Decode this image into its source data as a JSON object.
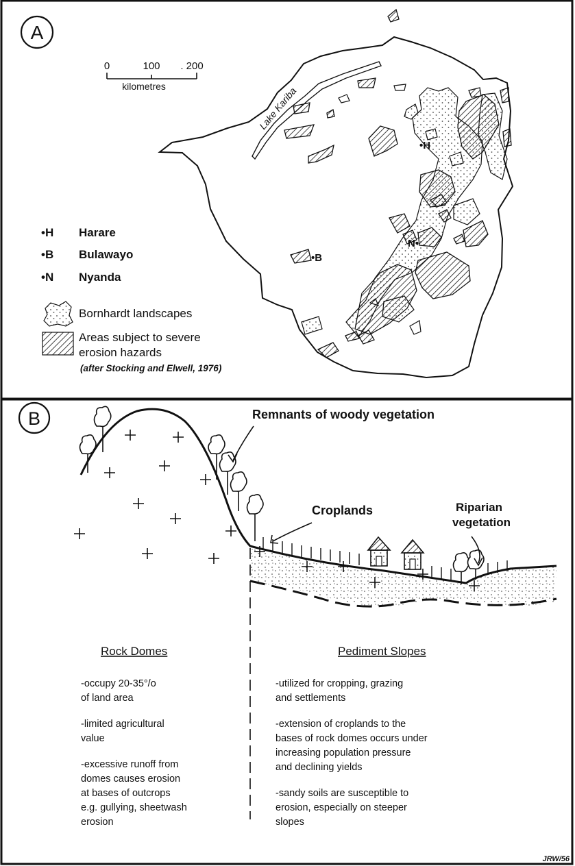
{
  "panel_a": {
    "badge": "A",
    "scale": {
      "ticks": [
        "0",
        "100",
        ". 200"
      ],
      "unit": "kilometres"
    },
    "lake_label": "Lake Kariba",
    "map_places": {
      "harare": "•H",
      "bulawayo": "•B",
      "nyanda": "N•"
    },
    "legend": {
      "cities": [
        {
          "code": "•H",
          "name": "Harare"
        },
        {
          "code": "•B",
          "name": "Bulawayo"
        },
        {
          "code": "•N",
          "name": "Nyanda"
        }
      ],
      "bornhardt": "Bornhardt landscapes",
      "erosion_line1": "Areas subject to severe",
      "erosion_line2": "erosion hazards",
      "credit": "(after Stocking and Elwell, 1976)"
    }
  },
  "panel_b": {
    "badge": "B",
    "labels": {
      "remnants": "Remnants of woody vegetation",
      "croplands": "Croplands",
      "riparian_line1": "Riparian",
      "riparian_line2": "vegetation"
    },
    "rock_domes": {
      "heading": "Rock Domes",
      "notes": [
        [
          "-occupy 20-35°/o",
          " of land area"
        ],
        [
          "-limited agricultural",
          " value"
        ],
        [
          "-excessive runoff from",
          " domes causes erosion",
          " at bases of outcrops",
          " e.g. gullying, sheetwash",
          " erosion"
        ]
      ]
    },
    "pediment_slopes": {
      "heading": "Pediment Slopes",
      "notes": [
        [
          "-utilized for cropping, grazing",
          " and settlements"
        ],
        [
          "-extension of croplands to the",
          " bases of rock domes occurs under",
          " increasing population pressure",
          " and declining yields"
        ],
        [
          "-sandy soils are susceptible to",
          " erosion, especially on steeper",
          " slopes"
        ]
      ]
    },
    "artist_mark": "JRW/56"
  },
  "colors": {
    "ink": "#111111",
    "paper": "#ffffff",
    "stipple": "#444444"
  }
}
